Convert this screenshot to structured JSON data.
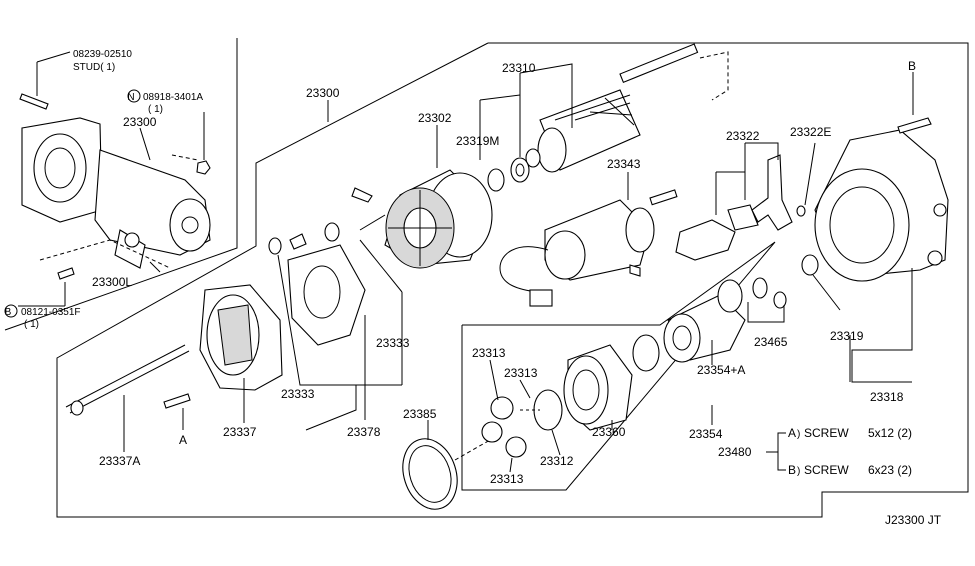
{
  "diagram_id": "J23300 JT",
  "inset": {
    "stud_part": "08239-02510",
    "stud_note": "STUD( 1)",
    "nut_part": "08918-3401A",
    "nut_qty": "( 1)",
    "starter": "23300",
    "bolt_label": "23300L",
    "bolt_part": "08121-0351F",
    "bolt_qty": "( 1)",
    "n_circle": "N",
    "b_circle": "B"
  },
  "parts": {
    "p23300": "23300",
    "p23302": "23302",
    "p23310": "23310",
    "p23319m": "23319M",
    "p23343": "23343",
    "p23322": "23322",
    "p23322e": "23322E",
    "pB": "B",
    "p23333a": "23333",
    "p23333b": "23333",
    "p23378": "23378",
    "p23337": "23337",
    "p23337a": "23337A",
    "pA": "A",
    "p23385": "23385",
    "p23313a": "23313",
    "p23313b": "23313",
    "p23313c": "23313",
    "p23312": "23312",
    "p23360": "23360",
    "p23354": "23354",
    "p23354a": "23354+A",
    "p23465": "23465",
    "p23319": "23319",
    "p23318": "23318",
    "p23480": "23480"
  },
  "screws": {
    "a_tag": "A",
    "a_name": "SCREW",
    "a_size": "5x12 (2)",
    "b_tag": "B",
    "b_name": "SCREW",
    "b_size": "6x23 (2)"
  }
}
